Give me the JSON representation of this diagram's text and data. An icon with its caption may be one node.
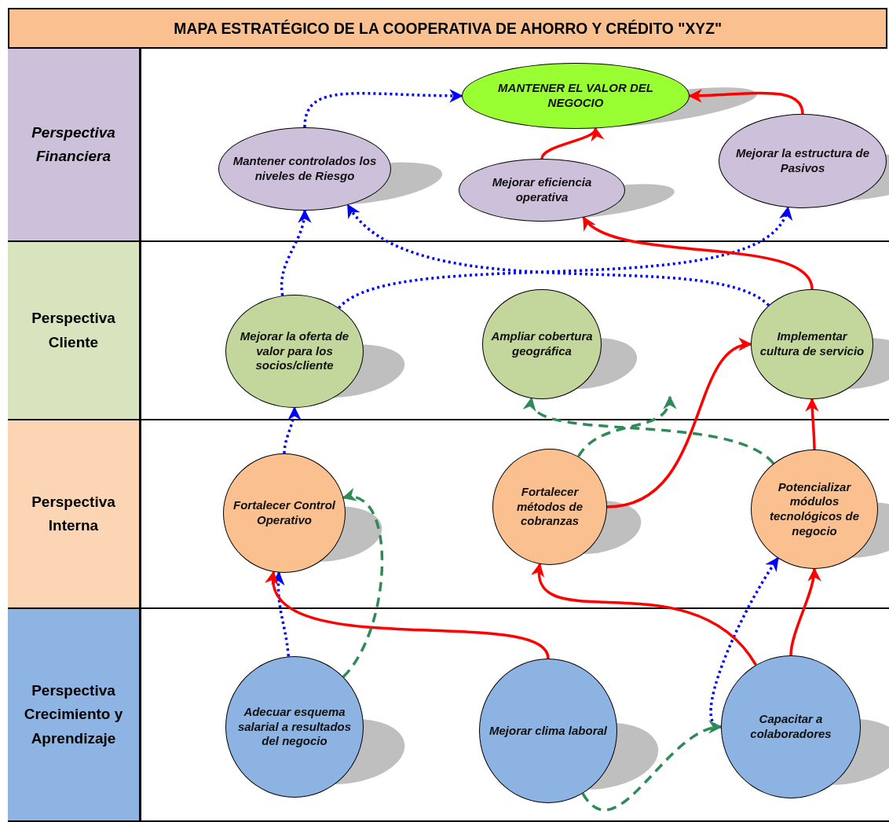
{
  "diagram": {
    "title": "MAPA ESTRATÉGICO DE LA COOPERATIVA DE AHORRO Y CRÉDITO \"XYZ\"",
    "nodes": [
      {
        "text": [
          "Perspectiva Financiera"
        ]
      },
      {
        "text": [
          "Perspectiva Cliente"
        ]
      },
      {
        "text": [
          "Perspectiva Interna"
        ]
      },
      {
        "text": [
          "Perspectiva Crecimiento y Aprendizaje"
        ]
      },
      {
        "text": [
          "MANTENER EL VALOR DEL NEGOCIO"
        ]
      },
      {
        "text": [
          "Mantener controlados los niveles de Riesgo"
        ]
      },
      {
        "text": [
          "Mejorar eficiencia operativa"
        ]
      },
      {
        "text": [
          "Mejorar la estructura de Pasivos"
        ]
      },
      {
        "text": [
          "Mejorar la oferta de valor para los socios/cliente"
        ]
      },
      {
        "text": [
          "Ampliar cobertura geográfica"
        ]
      },
      {
        "text": [
          "Implementar cultura de servicio"
        ]
      },
      {
        "text": [
          "Fortalecer Control Operativo"
        ]
      },
      {
        "text": [
          "Fortalecer métodos de cobranzas"
        ]
      },
      {
        "text": [
          "Potencializar módulos tecnológicos de negocio"
        ]
      },
      {
        "text": [
          "Adecuar esquema salarial a resultados del negocio"
        ]
      },
      {
        "text": [
          "Mejorar clima laboral"
        ]
      },
      {
        "text": [
          "Capacitar a colaboradores"
        ]
      }
    ],
    "edges": [
      {
        "from": 5,
        "to": 4,
        "arrow": "to",
        "style": "dashed",
        "color": "#0000ff"
      },
      {
        "from": 8,
        "to": 5,
        "arrow": "to",
        "style": "dashed",
        "color": "#0000ff"
      },
      {
        "from": 8,
        "to": 7,
        "arrow": "to",
        "style": "dashed",
        "color": "#0000ff"
      },
      {
        "from": 10,
        "to": 5,
        "arrow": "to",
        "style": "dashed",
        "color": "#0000ff"
      },
      {
        "from": 11,
        "to": 8,
        "arrow": "to",
        "style": "dashed",
        "color": "#0000ff"
      },
      {
        "from": 14,
        "to": 11,
        "arrow": "to",
        "style": "dashed",
        "color": "#0000ff"
      },
      {
        "from": 16,
        "to": 13,
        "arrow": "to",
        "style": "dashed",
        "color": "#0000ff"
      },
      {
        "from": 7,
        "to": 4,
        "arrow": "to"
      },
      {
        "from": 6,
        "to": 4,
        "arrow": "to"
      },
      {
        "from": 10,
        "to": 6,
        "arrow": "to"
      },
      {
        "from": 12,
        "to": 10,
        "arrow": "to"
      },
      {
        "from": 13,
        "to": 10,
        "arrow": "to"
      },
      {
        "from": 15,
        "to": 11,
        "arrow": "to"
      },
      {
        "from": 16,
        "to": 12,
        "arrow": "to"
      },
      {
        "from": 16,
        "to": 13,
        "arrow": "to"
      },
      {
        "from": 14,
        "to": 11,
        "arrow": "to",
        "style": "dashed",
        "color": "#2e8b57"
      },
      {
        "from": 12,
        "to": null,
        "arrow": "to",
        "style": "dashed",
        "color": "#2e8b57"
      },
      {
        "from": 13,
        "to": 9,
        "arrow": "to",
        "style": "dashed",
        "color": "#2e8b57"
      },
      {
        "from": 15,
        "to": 16,
        "arrow": "to",
        "style": "dashed",
        "color": "#2e8b57"
      }
    ]
  }
}
